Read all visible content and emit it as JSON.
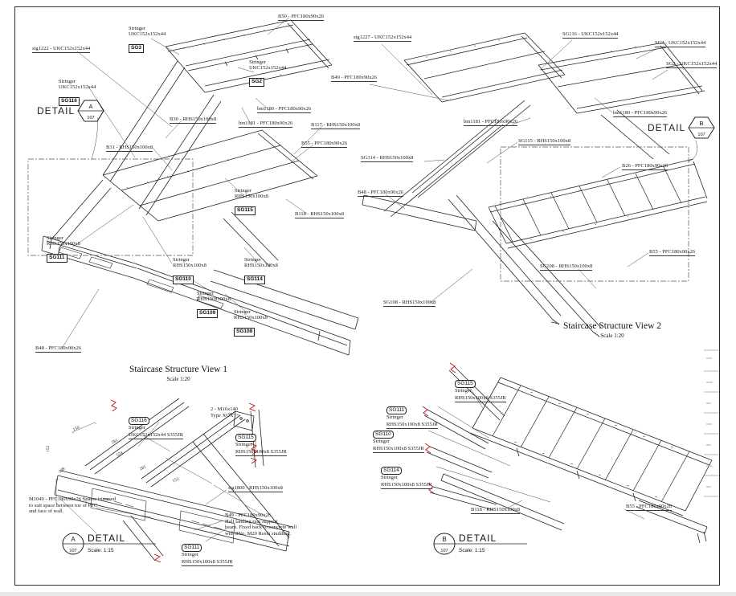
{
  "view1": {
    "title": "Staircase Structure View  1",
    "scale": "Scale 1:20",
    "detail": {
      "word": "DETAIL",
      "letter": "A",
      "sheet": "107"
    },
    "tagged": [
      {
        "text": "Stringer\nUKC152x152x44",
        "tag": "SG3"
      },
      {
        "text": "Stringer\nUKC152x152x44",
        "tag": "SG116"
      },
      {
        "text": "Stringer\nUKC152x152x44",
        "tag": "SG2"
      },
      {
        "text": "Stringer\nRHS150x100x8",
        "tag": "SG115"
      },
      {
        "text": "Stringer\nRHS150x100x8",
        "tag": "SG111"
      },
      {
        "text": "Stringer\nRHS150x100x8",
        "tag": "SG110"
      },
      {
        "text": "Stringer\nRHS150x100x8",
        "tag": "SG114"
      },
      {
        "text": "Stringer\nRHS150x100x8",
        "tag": "SG109"
      },
      {
        "text": "Stringer\nRHS150x100x8",
        "tag": "SG108"
      }
    ],
    "beams": [
      "B50 - PFC180x90x26",
      "stg1222 - UKC152x152x44",
      "bm1180 - PFC180x90x26",
      "bm1181 - PFC180x90x26",
      "B30 - RHS150x100x8",
      "B117 - RHS150x100x8",
      "B31 - RHS150x100x8",
      "B55 - PFC180x90x26",
      "B118 - RHS150x100x8",
      "B48 - PFC180x90x26"
    ]
  },
  "view2": {
    "title": "Staircase Structure View 2",
    "scale": "Scale 1:20",
    "detail": {
      "word": "DETAIL",
      "letter": "B",
      "sheet": "107"
    },
    "beams": [
      "stg1227 - UKC152x152x44",
      "SG116 - UKC152x152x44",
      "SG3 - UKC152x152x44",
      "SG2 - UKC152x152x44",
      "B49 - PFC180x90x26",
      "bm1180 - PFC180x90x26",
      "bm1181 - PFC180x90x26",
      "SG115 - RHS150x100x8",
      "SG314 - RHS150x100x8",
      "B26 - PFC180x90x26",
      "B48 - PFC180x90x26",
      "B55 - PFC180x90x26",
      "SG108 - RHS150x100x8",
      "SG108 - RHS150x100x8"
    ]
  },
  "detailA": {
    "marker": {
      "letter": "A",
      "word": "DETAIL",
      "sheet": "107",
      "scale": "Scale: 1:15"
    },
    "tagged": [
      {
        "tag": "SG116",
        "word": "Stringer",
        "spec": "UKC152x152x44 S355JR"
      },
      {
        "tag": "SG115",
        "word": "Stringer",
        "spec": "RHS150x100x8 S355JR"
      },
      {
        "tag": "SG111",
        "word": "Stringer",
        "spec": "RHS150x100x8 S355JR"
      }
    ],
    "notes": [
      "2 - M16x140\nType XOX",
      "stg1800 - RHS150x100x8",
      "M1049 - PFC180x90x26 Spacer trimmed\nto suit space between toe of PFC\nand face of wall.",
      "B49 - PFC180x90x26\nHalf landing rear support\nbeam. Fixed back to concrete wall\nwith 8No. M20 Resin studding."
    ],
    "dims": [
      "150",
      "152",
      "368",
      "281",
      "524",
      "281",
      "152"
    ]
  },
  "detailB": {
    "marker": {
      "letter": "B",
      "word": "DETAIL",
      "sheet": "107",
      "scale": "Scale: 1:15"
    },
    "tagged": [
      {
        "tag": "SG115",
        "word": "Stringer",
        "spec": "RHS150x100x8 S355JR"
      },
      {
        "tag": "SG111",
        "word": "Stringer",
        "spec": "RHS150x100x8 S355JR"
      },
      {
        "tag": "SG110",
        "word": "Stringer",
        "spec": "RHS150x100x8 S355JR"
      },
      {
        "tag": "SG114",
        "word": "Stringer",
        "spec": "RHS150x100x8 S355JR"
      }
    ],
    "beams": [
      "B118 - RHS150x100x8",
      "B55 - PFC180x90x26"
    ]
  },
  "colors": {
    "line": "#222222",
    "break_mark": "#c01010"
  }
}
